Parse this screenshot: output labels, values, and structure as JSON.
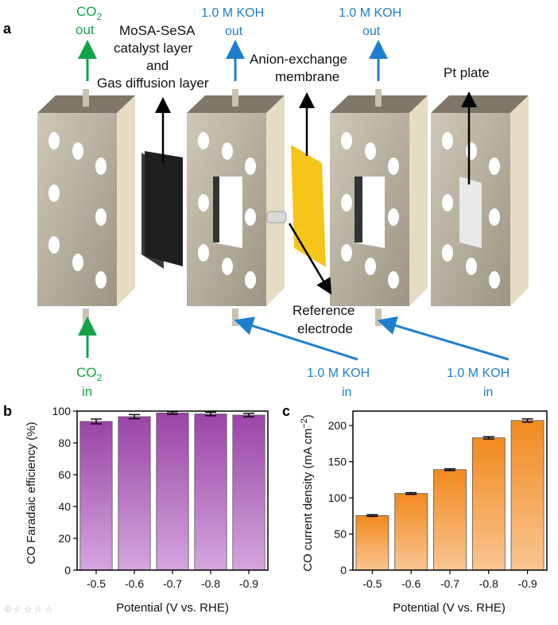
{
  "panel_letters": {
    "a": "a",
    "b": "b",
    "c": "c"
  },
  "schematic": {
    "co2_out_line1": "CO",
    "co2_out_sub": "2",
    "co2_out_line2": "out",
    "co2_in_line1": "CO",
    "co2_in_sub": "2",
    "co2_in_line2": "in",
    "koh_out_1_line1": "1.0 M KOH",
    "koh_out_1_line2": "out",
    "koh_out_2_line1": "1.0 M KOH",
    "koh_out_2_line2": "out",
    "koh_in_1_line1": "1.0 M KOH",
    "koh_in_1_line2": "in",
    "koh_in_2_line1": "1.0 M KOH",
    "koh_in_2_line2": "in",
    "catalyst_line1": "MoSA-SeSA",
    "catalyst_line2": "catalyst layer",
    "catalyst_line3": "and",
    "catalyst_line4": "Gas diffusion layer",
    "membrane_line1": "Anion-exchange",
    "membrane_line2": "membrane",
    "pt_plate": "Pt plate",
    "reference_line1": "Reference",
    "reference_line2": "electrode",
    "colors": {
      "green": "#14a34a",
      "blue": "#1e7fd0",
      "membrane": "#f7c51a",
      "plate": "#b9b2a3"
    }
  },
  "chart_data": [
    {
      "panel": "b",
      "type": "bar",
      "categories": [
        "-0.5",
        "-0.6",
        "-0.7",
        "-0.8",
        "-0.9"
      ],
      "values": [
        93.5,
        96.5,
        98.8,
        98.2,
        97.5
      ],
      "errors": [
        1.5,
        1.3,
        0.8,
        1.1,
        1.1
      ],
      "ylim": [
        0,
        100
      ],
      "yticks": [
        0,
        20,
        40,
        60,
        80,
        100
      ],
      "xlabel": "Potential (V vs.  RHE)",
      "ylabel": "CO Faradaic efficiency (%)",
      "color_top": "#9b45a7",
      "color_bottom": "#d4a5de"
    },
    {
      "panel": "c",
      "type": "bar",
      "categories": [
        "-0.5",
        "-0.6",
        "-0.7",
        "-0.8",
        "-0.9"
      ],
      "values": [
        75.5,
        106,
        139,
        183,
        207
      ],
      "errors": [
        1.2,
        1.2,
        1.2,
        1.6,
        2.2
      ],
      "ylim": [
        0,
        220
      ],
      "yticks": [
        0,
        50,
        100,
        150,
        200
      ],
      "xlabel": "Potential (V vs.  RHE)",
      "ylabel": "CO current density (mA cm",
      "ylabel_sup": "−2",
      "ylabel_end": ")",
      "color_top": "#f18a1f",
      "color_bottom": "#f9c592"
    }
  ]
}
